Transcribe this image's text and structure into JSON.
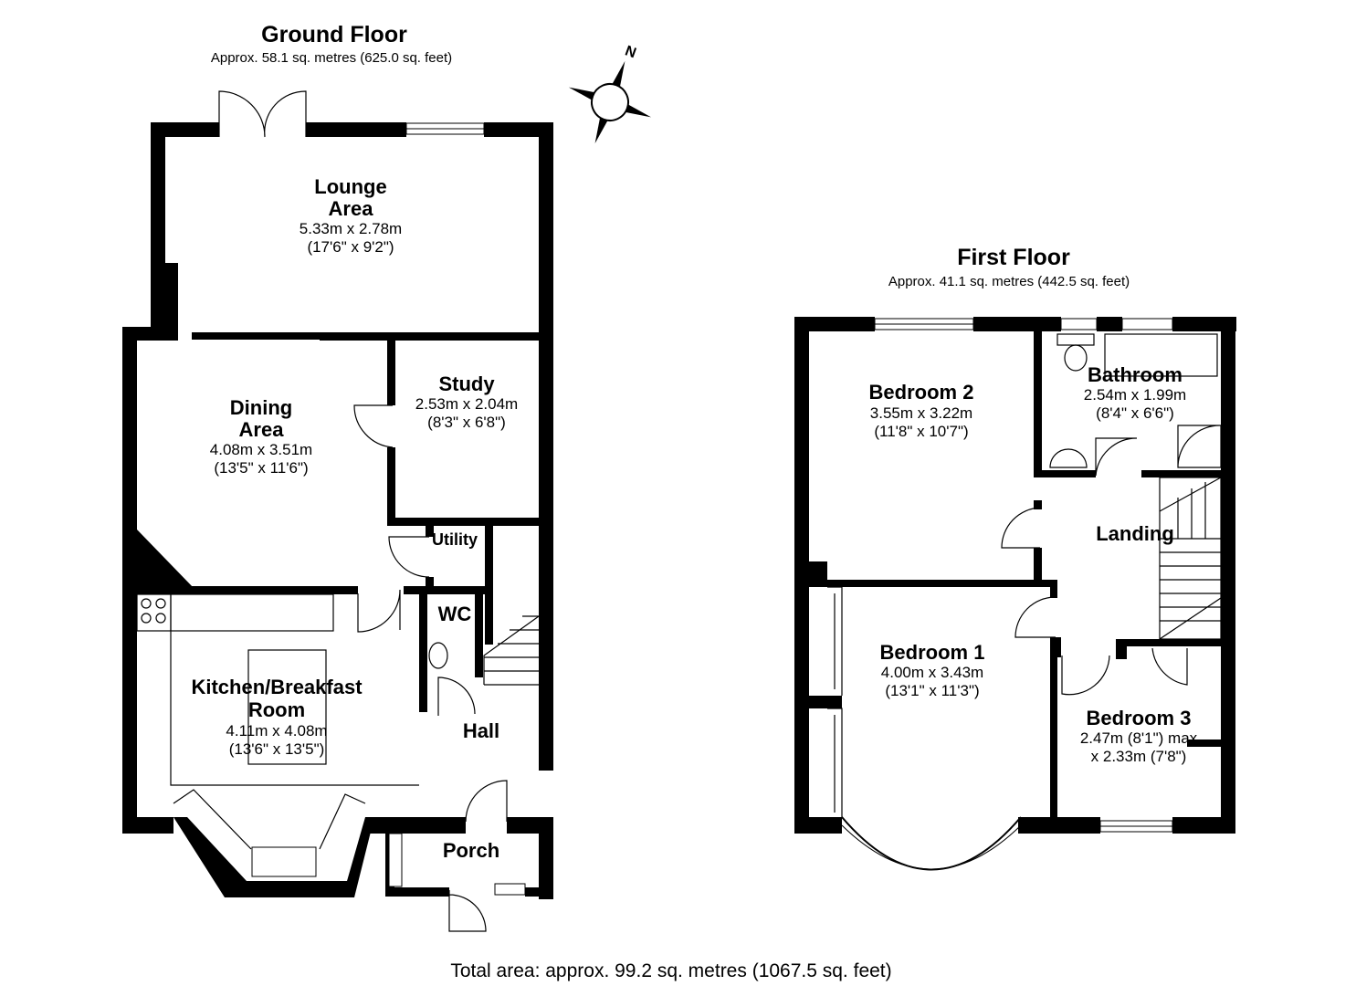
{
  "ground_floor": {
    "title": "Ground Floor",
    "area": "Approx. 58.1 sq. metres (625.0 sq. feet)",
    "rooms": {
      "lounge": {
        "name1": "Lounge",
        "name2": "Area",
        "metric": "5.33m x 2.78m",
        "imperial": "(17'6\" x 9'2\")"
      },
      "dining": {
        "name1": "Dining",
        "name2": "Area",
        "metric": "4.08m x 3.51m",
        "imperial": "(13'5\" x 11'6\")"
      },
      "study": {
        "name": "Study",
        "metric": "2.53m x 2.04m",
        "imperial": "(8'3\" x 6'8\")"
      },
      "utility": {
        "name": "Utility"
      },
      "wc": {
        "name": "WC"
      },
      "kitchen": {
        "name1": "Kitchen/Breakfast",
        "name2": "Room",
        "metric": "4.11m x 4.08m",
        "imperial": "(13'6\" x 13'5\")"
      },
      "hall": {
        "name": "Hall"
      },
      "porch": {
        "name": "Porch"
      }
    }
  },
  "first_floor": {
    "title": "First Floor",
    "area": "Approx. 41.1 sq. metres (442.5 sq. feet)",
    "rooms": {
      "bedroom2": {
        "name": "Bedroom 2",
        "metric": "3.55m x 3.22m",
        "imperial": "(11'8\" x 10'7\")"
      },
      "bathroom": {
        "name": "Bathroom",
        "metric": "2.54m x 1.99m",
        "imperial": "(8'4\" x 6'6\")"
      },
      "landing": {
        "name": "Landing"
      },
      "bedroom1": {
        "name": "Bedroom 1",
        "metric": "4.00m x 3.43m",
        "imperial": "(13'1\" x 11'3\")"
      },
      "bedroom3": {
        "name": "Bedroom 3",
        "dim1": "2.47m (8'1\") max",
        "dim2": "x 2.33m (7'8\")"
      }
    }
  },
  "compass": {
    "label": "N",
    "icon": "compass-icon"
  },
  "total_area": "Total area: approx. 99.2 sq. metres (1067.5 sq. feet)"
}
